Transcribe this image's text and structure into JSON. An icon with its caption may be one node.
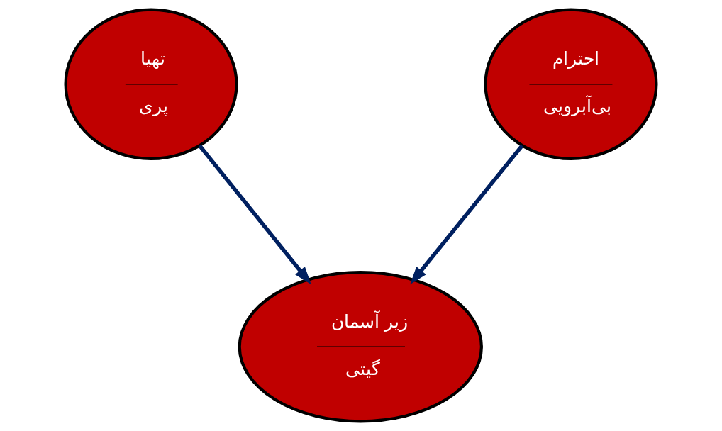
{
  "diagram": {
    "nodes": [
      {
        "text": [
          "تهیا",
          "پری"
        ]
      },
      {
        "text": [
          "احترام",
          "بی‌آبرویی"
        ]
      },
      {
        "text": [
          "زیر آسمان",
          "گیتی"
        ]
      }
    ],
    "edges": [
      {
        "from": 0,
        "to": 2,
        "arrow": "to"
      },
      {
        "from": 1,
        "to": 2,
        "arrow": "to"
      }
    ]
  }
}
